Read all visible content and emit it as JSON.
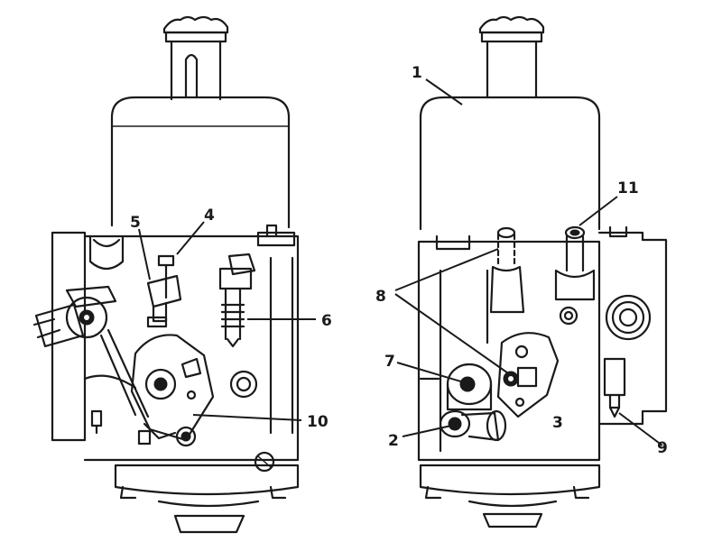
{
  "figure": {
    "callouts": [
      {
        "id": "1",
        "label": "1"
      },
      {
        "id": "2",
        "label": "2"
      },
      {
        "id": "3",
        "label": "3"
      },
      {
        "id": "4",
        "label": "4"
      },
      {
        "id": "5",
        "label": "5"
      },
      {
        "id": "6",
        "label": "6"
      },
      {
        "id": "7",
        "label": "7"
      },
      {
        "id": "8",
        "label": "8"
      },
      {
        "id": "9",
        "label": "9"
      },
      {
        "id": "10",
        "label": "10"
      },
      {
        "id": "11",
        "label": "11"
      }
    ],
    "ink_color": "#1a1a1a",
    "paper_color": "#ffffff"
  }
}
